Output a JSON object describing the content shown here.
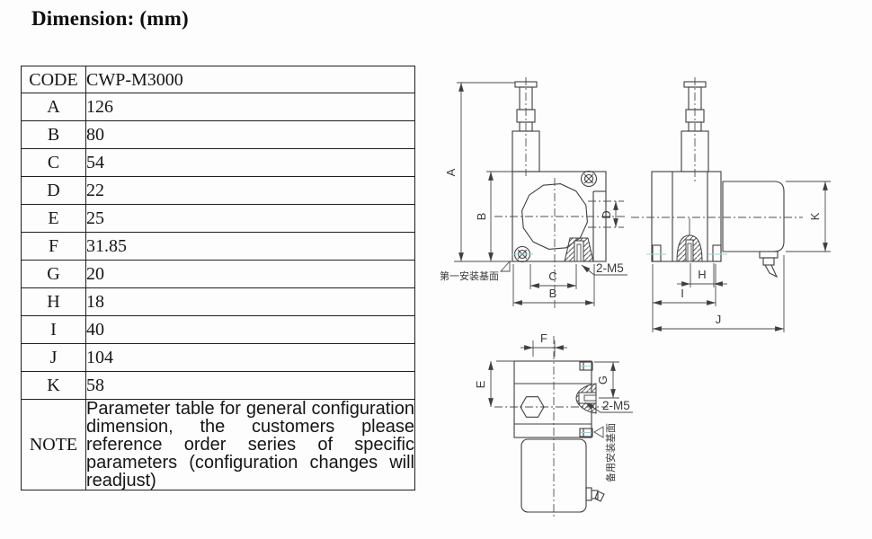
{
  "page": {
    "title": "Dimension: (mm)"
  },
  "table": {
    "header": {
      "code": "CODE",
      "model": "CWP-M3000"
    },
    "rows": [
      {
        "code": "A",
        "value": "126"
      },
      {
        "code": "B",
        "value": "80"
      },
      {
        "code": "C",
        "value": "54"
      },
      {
        "code": "D",
        "value": "22"
      },
      {
        "code": "E",
        "value": "25"
      },
      {
        "code": "F",
        "value": "31.85"
      },
      {
        "code": "G",
        "value": "20"
      },
      {
        "code": "H",
        "value": "18"
      },
      {
        "code": "I",
        "value": "40"
      },
      {
        "code": "J",
        "value": "104"
      },
      {
        "code": "K",
        "value": "58"
      }
    ],
    "note": {
      "label": "NOTE",
      "text": "Parameter table for general configuration dimension, the customers please reference order series of specific parameters (configuration changes will readjust)"
    }
  },
  "drawing": {
    "front_view": {
      "dim_a": "A",
      "dim_b_left": "B",
      "dim_c": "C",
      "dim_b_bottom": "B",
      "dim_d": "D",
      "thread_label": "2-M5",
      "datum_label": "第一安装基面"
    },
    "side_view": {
      "dim_h": "H",
      "dim_i": "I",
      "dim_j": "J",
      "dim_k": "K"
    },
    "top_view": {
      "dim_e": "E",
      "dim_f": "F",
      "dim_g": "G",
      "thread_label": "2-M5",
      "datum_label": "备用安装基面"
    }
  }
}
